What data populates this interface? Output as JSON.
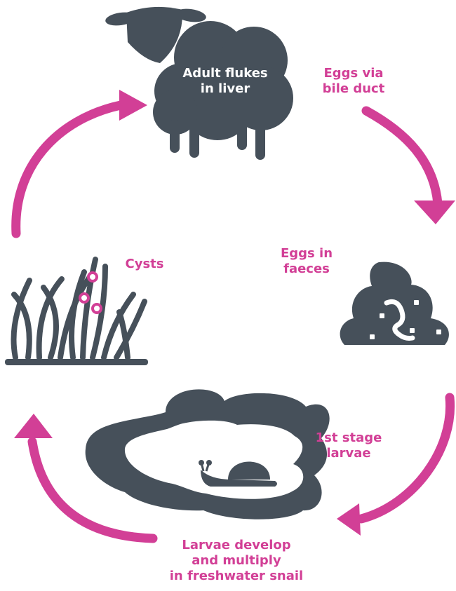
{
  "colors": {
    "accent": "#d23f96",
    "icon": "#46505a",
    "background": "#ffffff"
  },
  "stages": {
    "adult_flukes": "Adult flukes\nin liver",
    "eggs_bile_duct": "Eggs via\nbile duct",
    "eggs_faeces": "Eggs in\nfaeces",
    "first_stage_larvae": "1st stage\nlarvae",
    "snail_multiply": "Larvae develop\nand multiply\nin freshwater snail",
    "cysts": "Cysts"
  },
  "icons": [
    "sheep-icon",
    "faeces-icon",
    "pond-icon",
    "snail-icon",
    "grass-icon",
    "cyst-dot-icon"
  ],
  "arrows": 4
}
